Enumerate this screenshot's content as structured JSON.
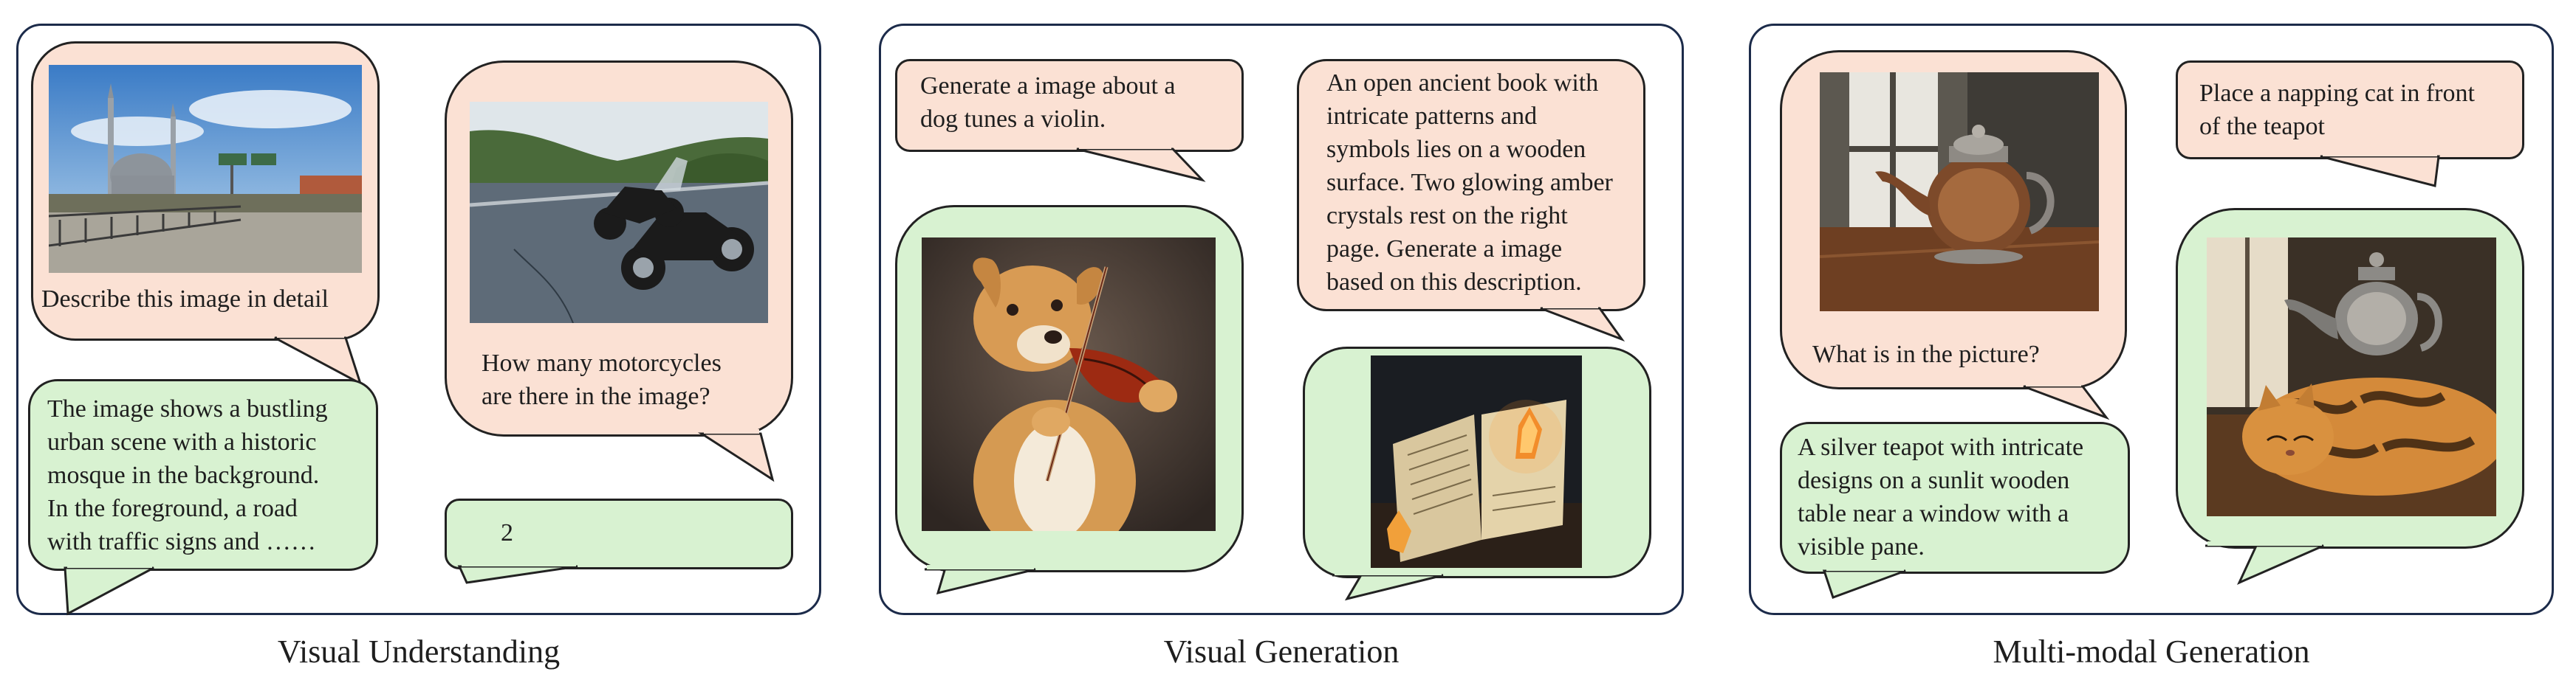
{
  "panels": {
    "understanding": {
      "caption": "Visual Understanding",
      "q1": "Describe this image in detail",
      "a1": "The image shows a bustling\nurban scene with a historic\nmosque in the background.\nIn the foreground, a road\nwith traffic signs and ……",
      "q2": "How many motorcycles\nare there in the image?",
      "a2": "2"
    },
    "generation": {
      "caption": "Visual Generation",
      "q1": "Generate a image about a\ndog tunes a violin.",
      "q2": "An open ancient book with\nintricate patterns and\nsymbols lies on a wooden\nsurface. Two glowing amber\ncrystals rest on the right\npage. Generate a image\nbased on this description."
    },
    "multimodal": {
      "caption": "Multi-modal Generation",
      "q1": "What is in the picture?",
      "a1": "A silver teapot with intricate\ndesigns on a sunlit wooden\ntable near a window with a\nvisible pane.",
      "q2": "Place a napping cat in front\nof the teapot"
    }
  },
  "colors": {
    "user_bubble": "#fbe1d4",
    "model_bubble": "#d8f2d1",
    "panel_border": "#1c2b4a"
  }
}
